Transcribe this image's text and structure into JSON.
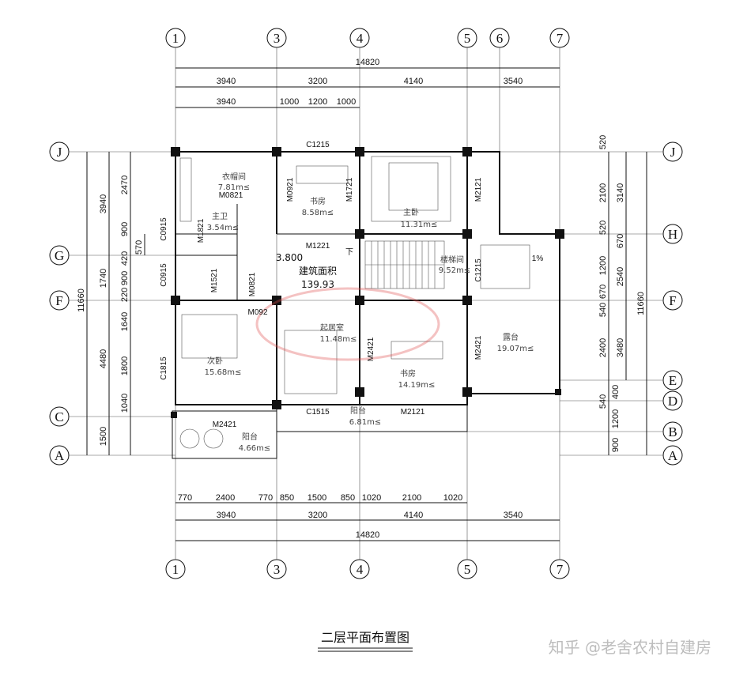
{
  "title": "二层平面布置图",
  "watermark": "知乎 @老舍农村自建房",
  "axes_top": [
    "1",
    "3",
    "4",
    "5",
    "6",
    "7"
  ],
  "axes_bottom": [
    "1",
    "3",
    "4",
    "5",
    "7"
  ],
  "axes_left": [
    "J",
    "G",
    "F",
    "C",
    "A"
  ],
  "axes_right": [
    "J",
    "H",
    "F",
    "E",
    "D",
    "B",
    "A"
  ],
  "dims_top_total": "14820",
  "dims_top_row1": [
    "3940",
    "3200",
    "4140",
    "3540"
  ],
  "dims_top_row2": [
    "3940",
    "1000",
    "1200",
    "1000"
  ],
  "dims_bottom_row1": [
    "770",
    "2400",
    "770",
    "850",
    "1500",
    "850",
    "1020",
    "2100",
    "1020"
  ],
  "dims_bottom_row2": [
    "3940",
    "3200",
    "4140",
    "3540"
  ],
  "dims_bottom_total": "14820",
  "dims_left_outer": [
    "3940",
    "1740",
    "4480",
    "1500"
  ],
  "dims_left_mid": [
    "2470",
    "900",
    "420",
    "900",
    "220",
    "1640",
    "1800",
    "1040"
  ],
  "dims_left_small": [
    "570"
  ],
  "dims_left_total": "11660",
  "dims_right_inner": [
    "520",
    "2100",
    "520",
    "1200",
    "670",
    "540",
    "2400",
    "540",
    "400",
    "1200",
    "900"
  ],
  "dims_right_mid": [
    "3140",
    "670",
    "2540",
    "3480"
  ],
  "dims_right_total": "11660",
  "rooms": [
    {
      "name": "衣帽间",
      "area": "7.81m≤"
    },
    {
      "name": "书房",
      "area": "8.58m≤"
    },
    {
      "name": "主卧",
      "area": "11.31m≤"
    },
    {
      "name": "主卫",
      "area": "3.54m≤"
    },
    {
      "name": "楼梯间",
      "area": "9.52m≤"
    },
    {
      "name": "起居室",
      "area": "11.48m≤"
    },
    {
      "name": "露台",
      "area": "19.07m≤"
    },
    {
      "name": "次卧",
      "area": "15.68m≤"
    },
    {
      "name": "书房",
      "area": "14.19m≤"
    },
    {
      "name": "阳台",
      "area": "6.81m≤"
    },
    {
      "name": "阳台",
      "area": "4.66m≤"
    }
  ],
  "area_label": "建筑面积",
  "area_value": "139.93",
  "level": "3.800",
  "stair_down": "下",
  "slope": "1%",
  "openings": [
    "C1215",
    "M0821",
    "M0921",
    "M1721",
    "M2121",
    "M1821",
    "C0915",
    "M1221",
    "C0915",
    "M1521",
    "M0821",
    "M092",
    "C1215",
    "M2421",
    "M2421",
    "C1815",
    "C1515",
    "M2121",
    "M2421"
  ]
}
